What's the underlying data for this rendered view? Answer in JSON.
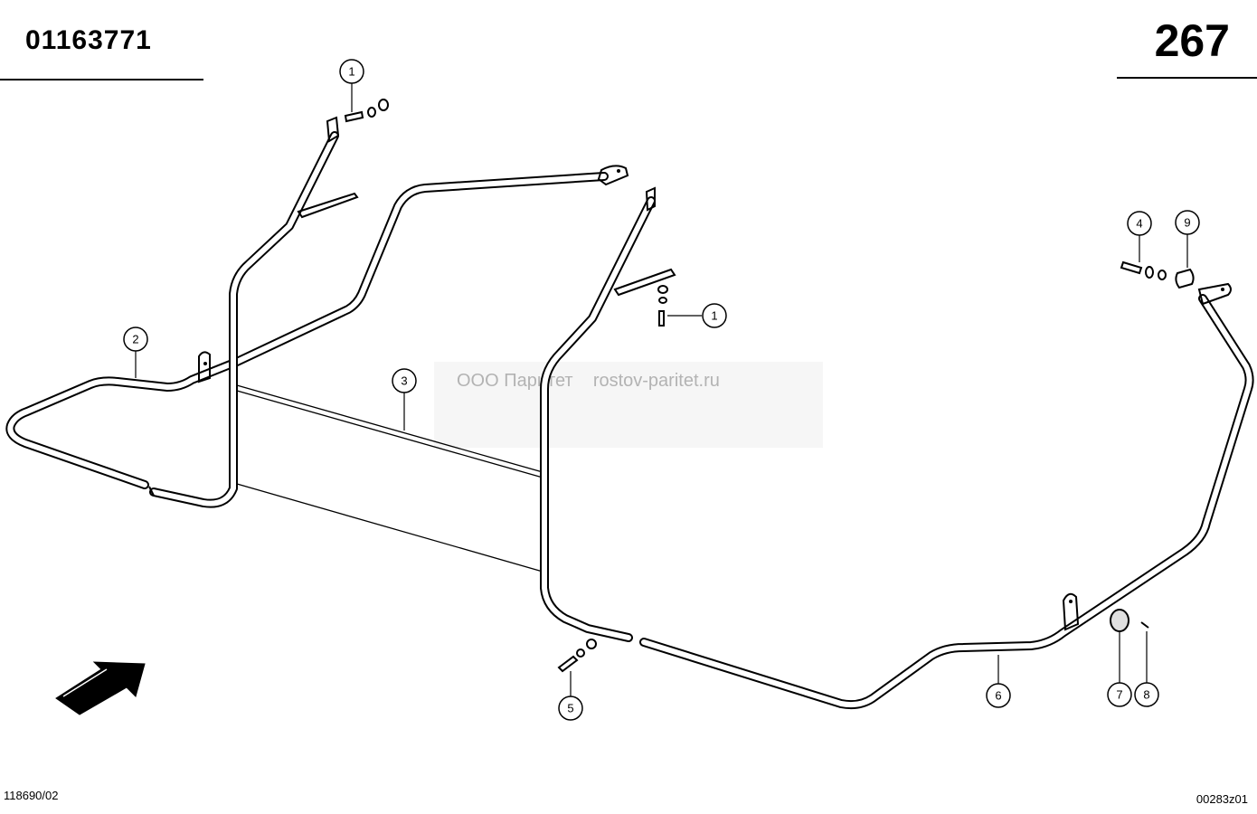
{
  "header": {
    "part_number": "01163771",
    "page_number": "267"
  },
  "footer": {
    "left_code": "118690/02",
    "right_code": "00283z01"
  },
  "watermark": {
    "company": "ООО Паритет",
    "site": "rostov-paritet.ru"
  },
  "callouts": [
    {
      "label": "1"
    },
    {
      "label": "1"
    },
    {
      "label": "2"
    },
    {
      "label": "3"
    },
    {
      "label": "4"
    },
    {
      "label": "5"
    },
    {
      "label": "6"
    },
    {
      "label": "7"
    },
    {
      "label": "8"
    },
    {
      "label": "9"
    }
  ],
  "direction_arrow": {
    "icon": "direction-arrow-icon"
  }
}
